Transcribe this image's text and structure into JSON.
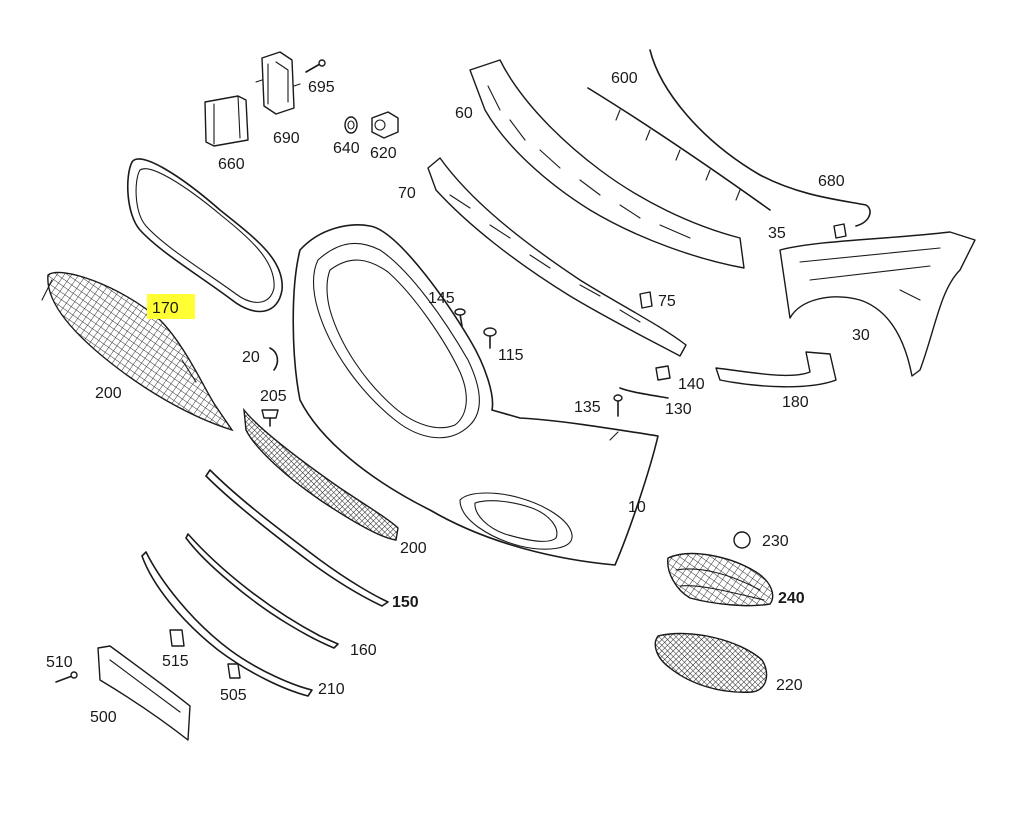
{
  "labels": {
    "p10": "10",
    "p20": "20",
    "p30": "30",
    "p35": "35",
    "p60": "60",
    "p70": "70",
    "p75": "75",
    "p115": "115",
    "p130": "130",
    "p135": "135",
    "p140": "140",
    "p145": "145",
    "p150": "150",
    "p160": "160",
    "p170": "170",
    "p180": "180",
    "p200a": "200",
    "p200b": "200",
    "p205": "205",
    "p210": "210",
    "p220": "220",
    "p230": "230",
    "p240": "240",
    "p500": "500",
    "p505": "505",
    "p510": "510",
    "p515": "515",
    "p600": "600",
    "p620": "620",
    "p640": "640",
    "p660": "660",
    "p680": "680",
    "p690": "690",
    "p695": "695"
  },
  "highlight": {
    "part": "170",
    "color": "#ffff33"
  }
}
